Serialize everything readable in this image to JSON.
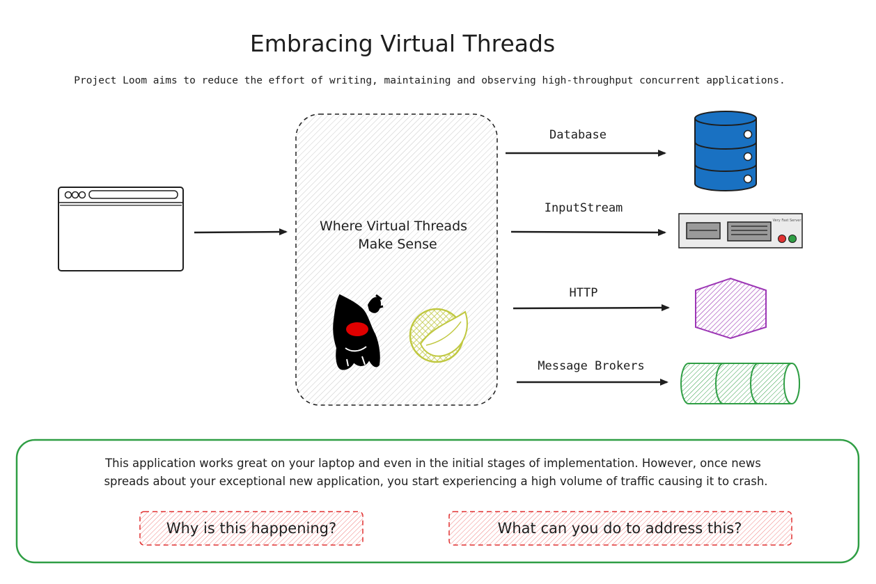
{
  "title": "Embracing Virtual Threads",
  "subtitle": "Project Loom aims to reduce the effort of writing, maintaining and observing high-throughput concurrent applications.",
  "center_box": {
    "line1": "Where Virtual Threads",
    "line2": "Make Sense"
  },
  "connections": [
    {
      "label": "Database",
      "icon": "database-icon"
    },
    {
      "label": "InputStream",
      "icon": "server-icon"
    },
    {
      "label": "HTTP",
      "icon": "hexagon-icon"
    },
    {
      "label": "Message Brokers",
      "icon": "queue-cylinder-icon"
    }
  ],
  "server_caption": "Very Fast Server",
  "bottom_box": {
    "line1": "This application works great on your laptop and even in the initial stages of implementation. However, once news",
    "line2": "spreads about your exceptional new application, you start experiencing a  high volume of traffic causing it to crash.",
    "question1": "Why is this happening?",
    "question2": "What can you do to address this?"
  },
  "colors": {
    "stroke": "#1e1e1e",
    "database": "#1971c2",
    "hexagon": "#9c36b5",
    "queue": "#2f9e44",
    "spring": "#c0c840",
    "question": "#e03131",
    "bottom_border": "#2f9e44",
    "duke_nose": "#e00000"
  }
}
